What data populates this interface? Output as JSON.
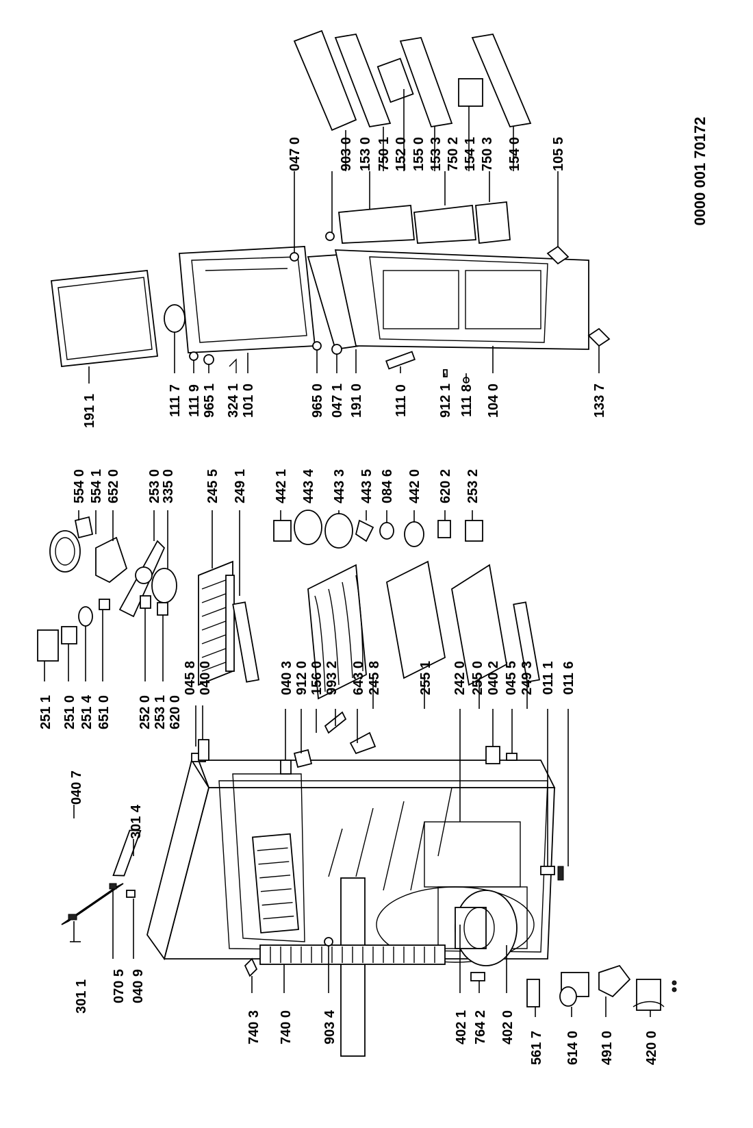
{
  "document_number": "0000 001 70172",
  "labels": {
    "l3011": "301 1",
    "l0705": "070 5",
    "l0409": "040 9",
    "l0407": "040 7",
    "l3014": "301 4",
    "l2511": "251 1",
    "l2510": "251 0",
    "l2514": "251 4",
    "l6510": "651 0",
    "l2520": "252 0",
    "l2531": "253 1",
    "l6200": "620 0",
    "l0458": "045 8",
    "l0400": "040 0",
    "l0403": "040 3",
    "l9120": "912 0",
    "l1560": "156 0",
    "l9932": "993 2",
    "l6430": "643 0",
    "l2458": "245 8",
    "l2551": "255 1",
    "l2420": "242 0",
    "l2550": "255 0",
    "l0402": "040 2",
    "l0455": "045 5",
    "l2493": "249 3",
    "l0111": "011 1",
    "l0116": "011 6",
    "l5540": "554 0",
    "l5541": "554 1",
    "l6520": "652 0",
    "l2530": "253 0",
    "l3350": "335 0",
    "l2455": "245 5",
    "l2491": "249 1",
    "l4421": "442 1",
    "l4434": "443 4",
    "l4433": "443 3",
    "l4435": "443 5",
    "l0846": "084 6",
    "l4420": "442 0",
    "l6202": "620 2",
    "l2532": "253 2",
    "l7403": "740 3",
    "l7400": "740 0",
    "l9034": "903 4",
    "l4021": "402 1",
    "l7642": "764 2",
    "l4020": "402 0",
    "l5617": "561 7",
    "l6140": "614 0",
    "l4910": "491 0",
    "l4200": "420 0",
    "l1911": "191 1",
    "l1117": "111 7",
    "l1119": "111 9",
    "l9651": "965 1",
    "l3241": "324 1",
    "l1010": "101 0",
    "l9650": "965 0",
    "l0471": "047 1",
    "l1910": "191 0",
    "l1110": "111 0",
    "l9121": "912 1",
    "l1118": "111 8",
    "l1040": "104 0",
    "l1337": "133 7",
    "l0470": "047 0",
    "l9030": "903 0",
    "l1530": "153 0",
    "l7501": "750 1",
    "l1520": "152 0",
    "l1550": "155 0",
    "l1533": "153 3",
    "l7502": "750 2",
    "l1541": "154 1",
    "l7503": "750 3",
    "l1540": "154 0",
    "l1055": "105 5"
  }
}
